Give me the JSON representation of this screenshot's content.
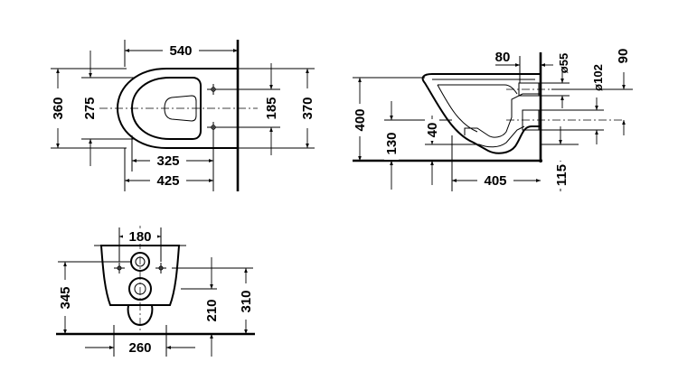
{
  "top_view": {
    "dim_540": "540",
    "dim_360": "360",
    "dim_275": "275",
    "dim_185": "185",
    "dim_370": "370",
    "dim_325": "325",
    "dim_425": "425"
  },
  "side_view": {
    "dim_80": "80",
    "dim_d55": "ø55",
    "dim_d102": "ø102",
    "dim_90": "90",
    "dim_400": "400",
    "dim_130": "130",
    "dim_40": "40",
    "dim_405": "405",
    "dim_115": "115"
  },
  "rear_view": {
    "dim_180": "180",
    "dim_345": "345",
    "dim_210": "210",
    "dim_310": "310",
    "dim_260": "260"
  }
}
